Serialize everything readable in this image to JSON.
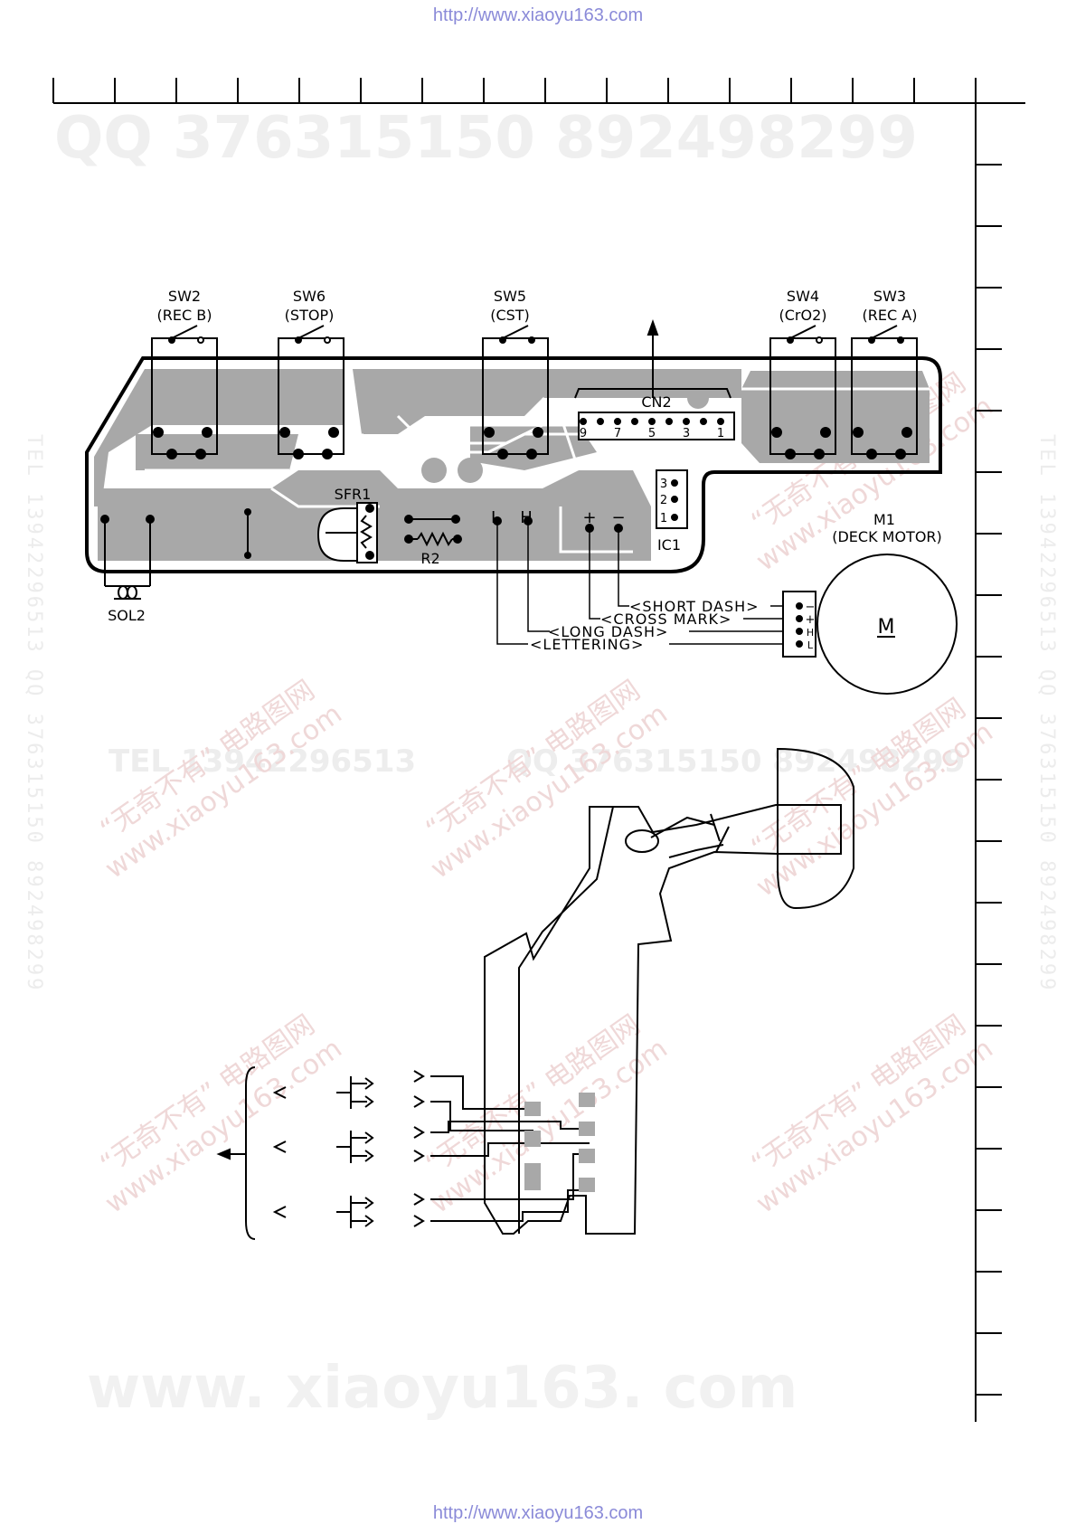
{
  "header": {
    "url": "http://www.xiaoyu163.com"
  },
  "footer": {
    "url": "http://www.xiaoyu163.com"
  },
  "watermarks": {
    "qq_line": "QQ 376315150     892498299",
    "tel_line": "TEL 13942296513",
    "qq_mid": "QQ 376315150  892498299",
    "site_bottom": "www. xiaoyu163. com",
    "cn_a": "“无奇不有” 电路图网",
    "cn_b": "www.xiaoyu163.com",
    "side": "TEL 13942296513  QQ 376315150  892498299"
  },
  "switches": [
    {
      "ref": "SW2",
      "name": "(REC B)"
    },
    {
      "ref": "SW6",
      "name": "(STOP)"
    },
    {
      "ref": "SW5",
      "name": "(CST)"
    },
    {
      "ref": "SW4",
      "name": "(CrO2)"
    },
    {
      "ref": "SW3",
      "name": "(REC A)"
    }
  ],
  "components": {
    "cn2": "CN2",
    "cn2_pins": [
      "9",
      "7",
      "5",
      "3",
      "1"
    ],
    "sfr1": "SFR1",
    "r2": "R2",
    "sol2": "SOL2",
    "ic1": "IC1",
    "ic1_pins": [
      "3",
      "2",
      "1"
    ],
    "pad_l": "L",
    "pad_h": "H",
    "pad_plus": "+",
    "pad_minus": "−",
    "motor_ref": "M1",
    "motor_name": "(DECK MOTOR)",
    "motor_symbol": "M",
    "motor_pins": [
      "−",
      "+",
      "H",
      "L"
    ]
  },
  "wire_legend": {
    "short_dash": "<SHORT DASH>",
    "cross_mark": "<CROSS MARK>",
    "long_dash": "<LONG DASH>",
    "lettering": "<LETTERING>"
  }
}
